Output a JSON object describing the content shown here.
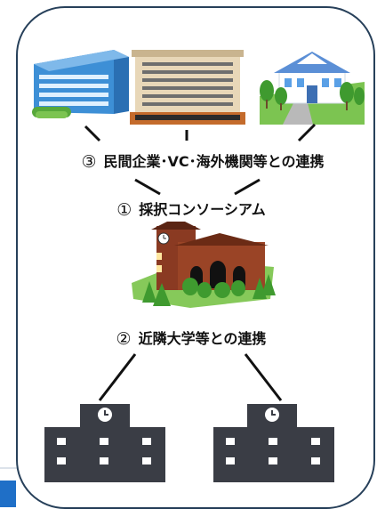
{
  "labels": {
    "collab_companies": {
      "number": "③",
      "text": "民間企業･VC･海外機関等との連携"
    },
    "consortium": {
      "number": "①",
      "text": "採択コンソーシアム"
    },
    "collab_universities": {
      "number": "②",
      "text": "近隣大学等との連携"
    }
  },
  "colors": {
    "frame": "#27405a",
    "school_dark": "#3a3d45",
    "office_blue": "#3d8fd6",
    "campus_brown": "#8a3a22",
    "tree_green": "#3f9a2f",
    "connector": "#111111",
    "accent_blue": "#1f6fc7"
  }
}
